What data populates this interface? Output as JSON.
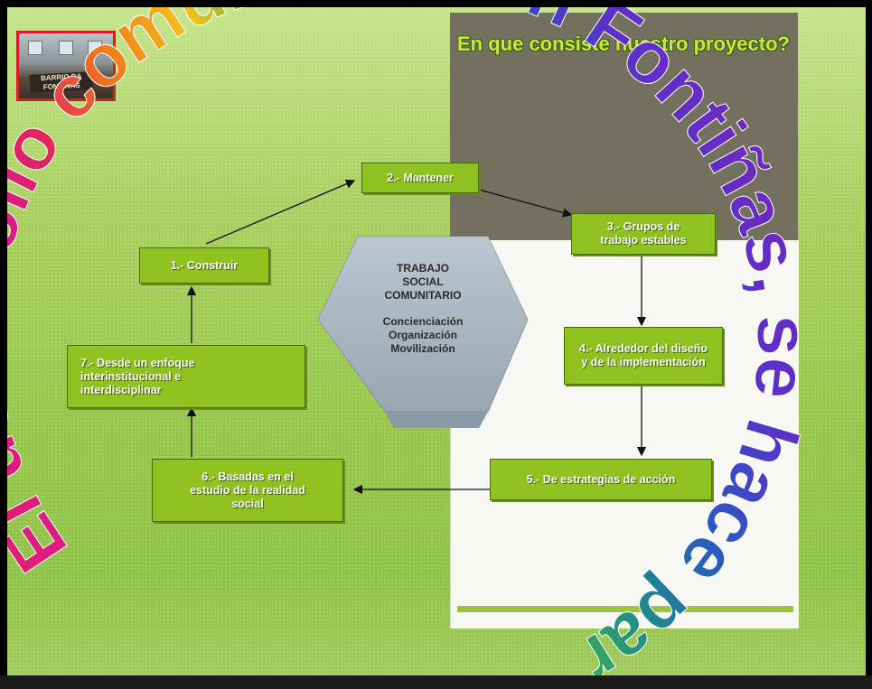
{
  "title": "En que consiste nuestro proyecto?",
  "logo_text": "BARRIO DA FONTIÑAS",
  "arc_text": "El desarrollo comunitario, en Fontiñas, se hace para:",
  "center": {
    "title_lines": [
      "TRABAJO",
      "SOCIAL",
      "COMUNITARIO"
    ],
    "items": [
      "Concienciación",
      "Organización",
      "Movilización"
    ]
  },
  "steps": [
    "1.- Construir",
    "2.- Mantener",
    "3.- Grupos de trabajo estables",
    "4.- Alrededor del diseño y de la implementación",
    "5.- De estrategias de acción",
    "6.- Basadas en el estudio de la realidad social",
    "7.- Desde un enfoque interinstitucional e interdisciplinar"
  ],
  "step_lines": {
    "s3": [
      "3.- Grupos de",
      "trabajo estables"
    ],
    "s4": [
      "4.- Alrededor del diseño",
      "y de la implementación"
    ],
    "s6": [
      "6.- Basadas en el",
      "estudio de la realidad",
      "social"
    ],
    "s7": [
      "7.- Desde un enfoque",
      "interinstitucional e",
      "interdisciplinar"
    ]
  },
  "colors": {
    "box_fill": "#8dc21f",
    "background": "#a8d060",
    "dark_panel": "#74705f",
    "question_text": "#c6ea3a"
  }
}
